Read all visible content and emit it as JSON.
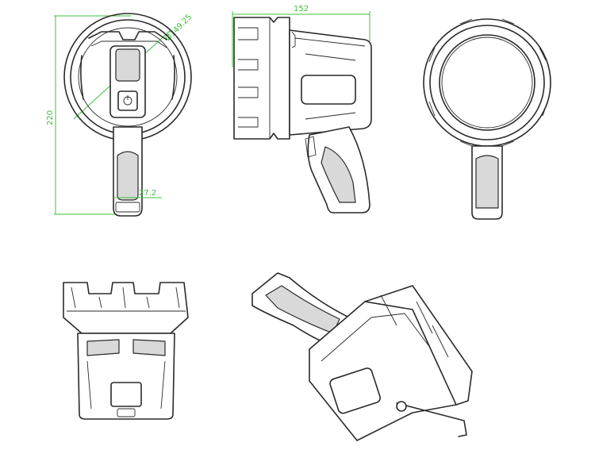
{
  "dimensions": {
    "height": "220",
    "lens_diameter": "Ø149.25",
    "width": "152",
    "handle_width": "27.2"
  },
  "colors": {
    "line": "#2a2a2a",
    "dimension": "#3fbf3f",
    "background": "#ffffff"
  }
}
